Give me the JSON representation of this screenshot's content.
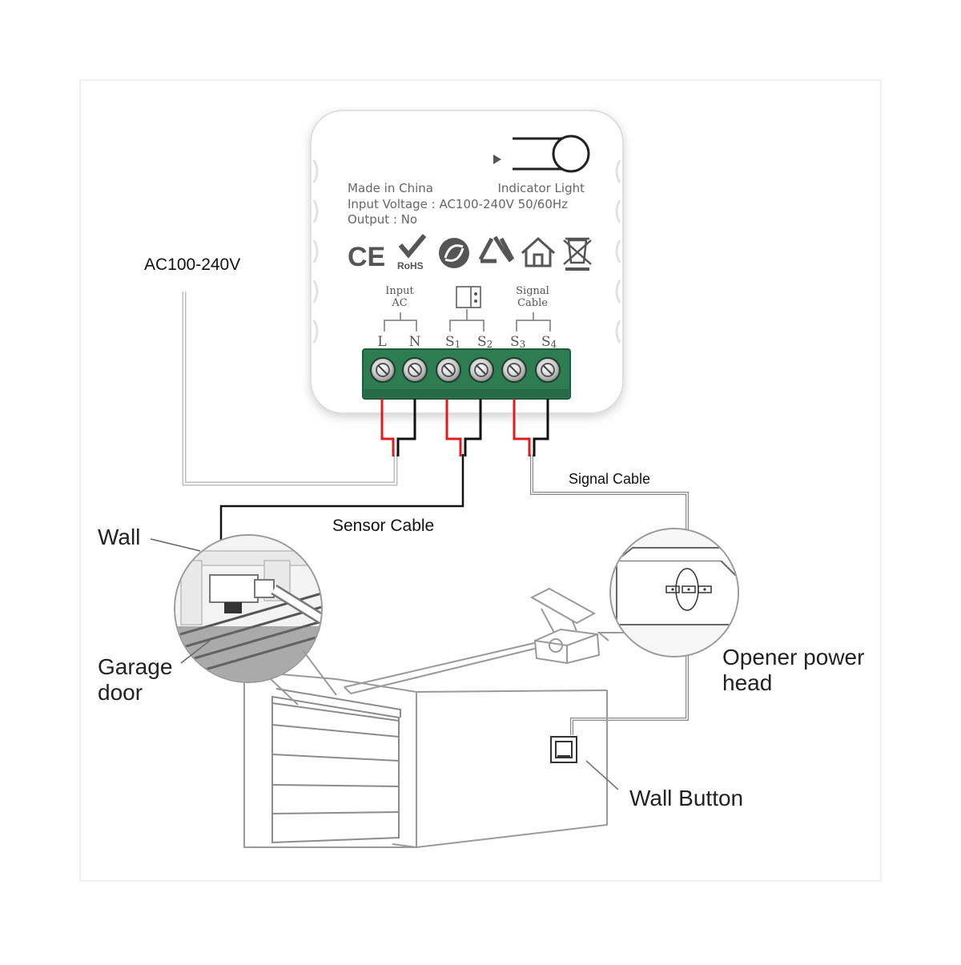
{
  "device": {
    "made_in": "Made in China",
    "indicator": "Indicator Light",
    "input_voltage": "Input Voltage : AC100-240V 50/60Hz",
    "output": "Output : No",
    "group_input_line1": "Input",
    "group_input_line2": "AC",
    "group_signal_line1": "Signal",
    "group_signal_line2": "Cable",
    "terminals": {
      "l": "L",
      "n": "N",
      "s1_base": "S",
      "s1_sub": "1",
      "s2_base": "S",
      "s2_sub": "2",
      "s3_base": "S",
      "s3_sub": "3",
      "s4_base": "S",
      "s4_sub": "4"
    },
    "cert": {
      "ce": "CE",
      "rohs": "RoHS"
    },
    "colors": {
      "terminal_block": "#2e7d52",
      "wire_red": "#e01b1b",
      "wire_black": "#111111"
    }
  },
  "labels": {
    "ac": "AC100-240V",
    "signal_cable": "Signal Cable",
    "sensor_cable": "Sensor Cable",
    "wall": "Wall",
    "garage_line1": "Garage",
    "garage_line2": "door",
    "opener_line1": "Opener power",
    "opener_line2": "head",
    "wall_button": "Wall Button"
  }
}
